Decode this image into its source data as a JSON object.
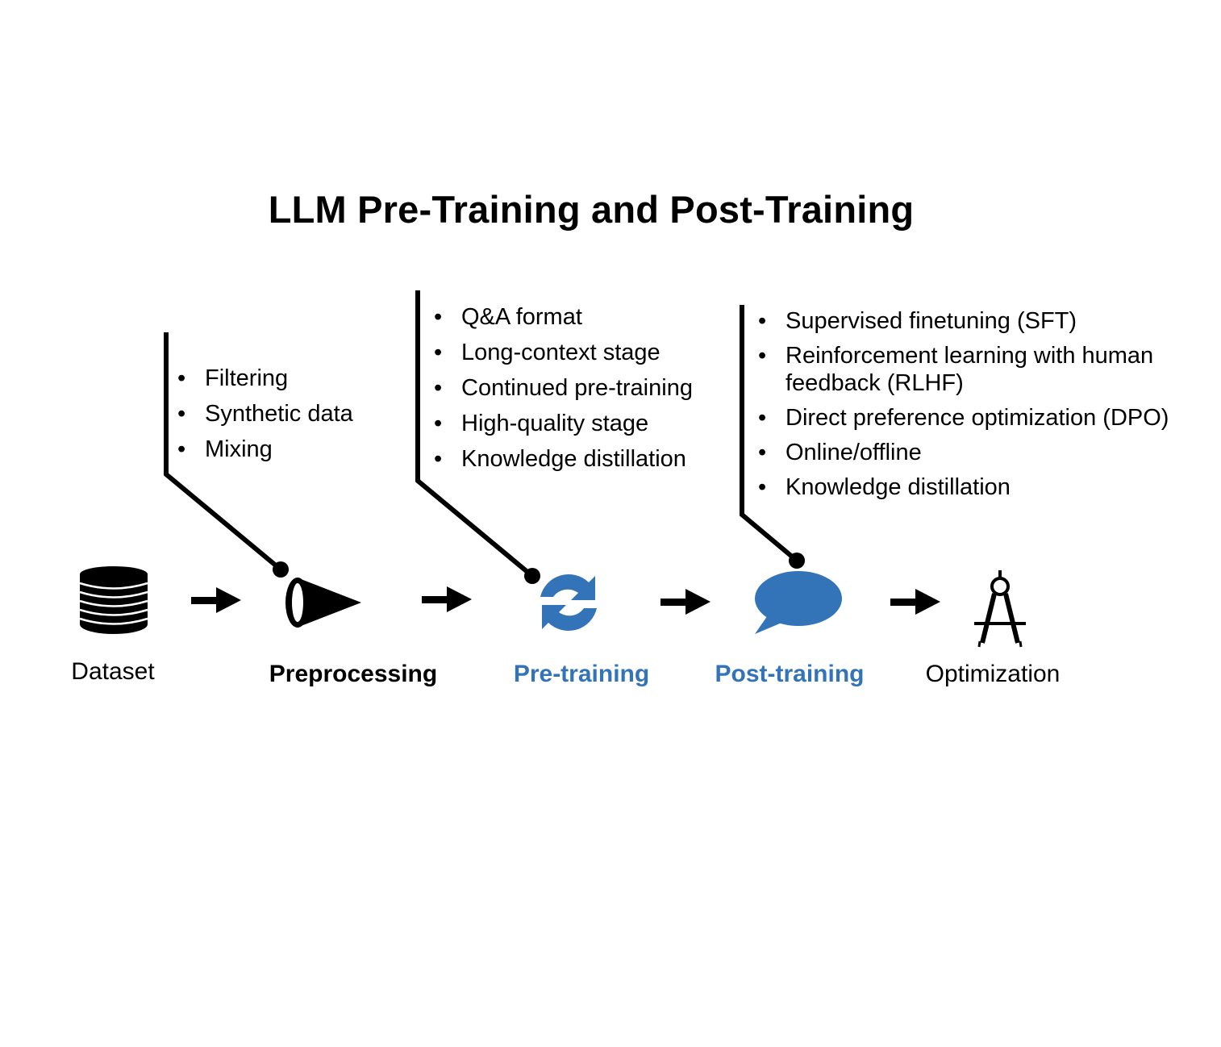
{
  "title": "LLM Pre-Training and Post-Training",
  "colors": {
    "accent": "#3373b8",
    "ink": "#000000"
  },
  "stages": [
    {
      "id": "dataset",
      "label": "Dataset",
      "icon": "database-icon"
    },
    {
      "id": "preprocessing",
      "label": "Preprocessing",
      "icon": "funnel-icon"
    },
    {
      "id": "pretraining",
      "label": "Pre-training",
      "icon": "refresh-cycle-icon"
    },
    {
      "id": "posttraining",
      "label": "Post-training",
      "icon": "speech-bubble-icon"
    },
    {
      "id": "optimization",
      "label": "Optimization",
      "icon": "compass-icon"
    }
  ],
  "notes": {
    "preprocessing": [
      "Filtering",
      "Synthetic data",
      "Mixing"
    ],
    "pretraining": [
      "Q&A format",
      "Long-context stage",
      "Continued pre-training",
      "High-quality stage",
      "Knowledge distillation"
    ],
    "posttraining": [
      "Supervised finetuning (SFT)",
      "Reinforcement learning with human feedback (RLHF)",
      "Direct preference optimization (DPO)",
      "Online/offline",
      "Knowledge distillation"
    ]
  }
}
